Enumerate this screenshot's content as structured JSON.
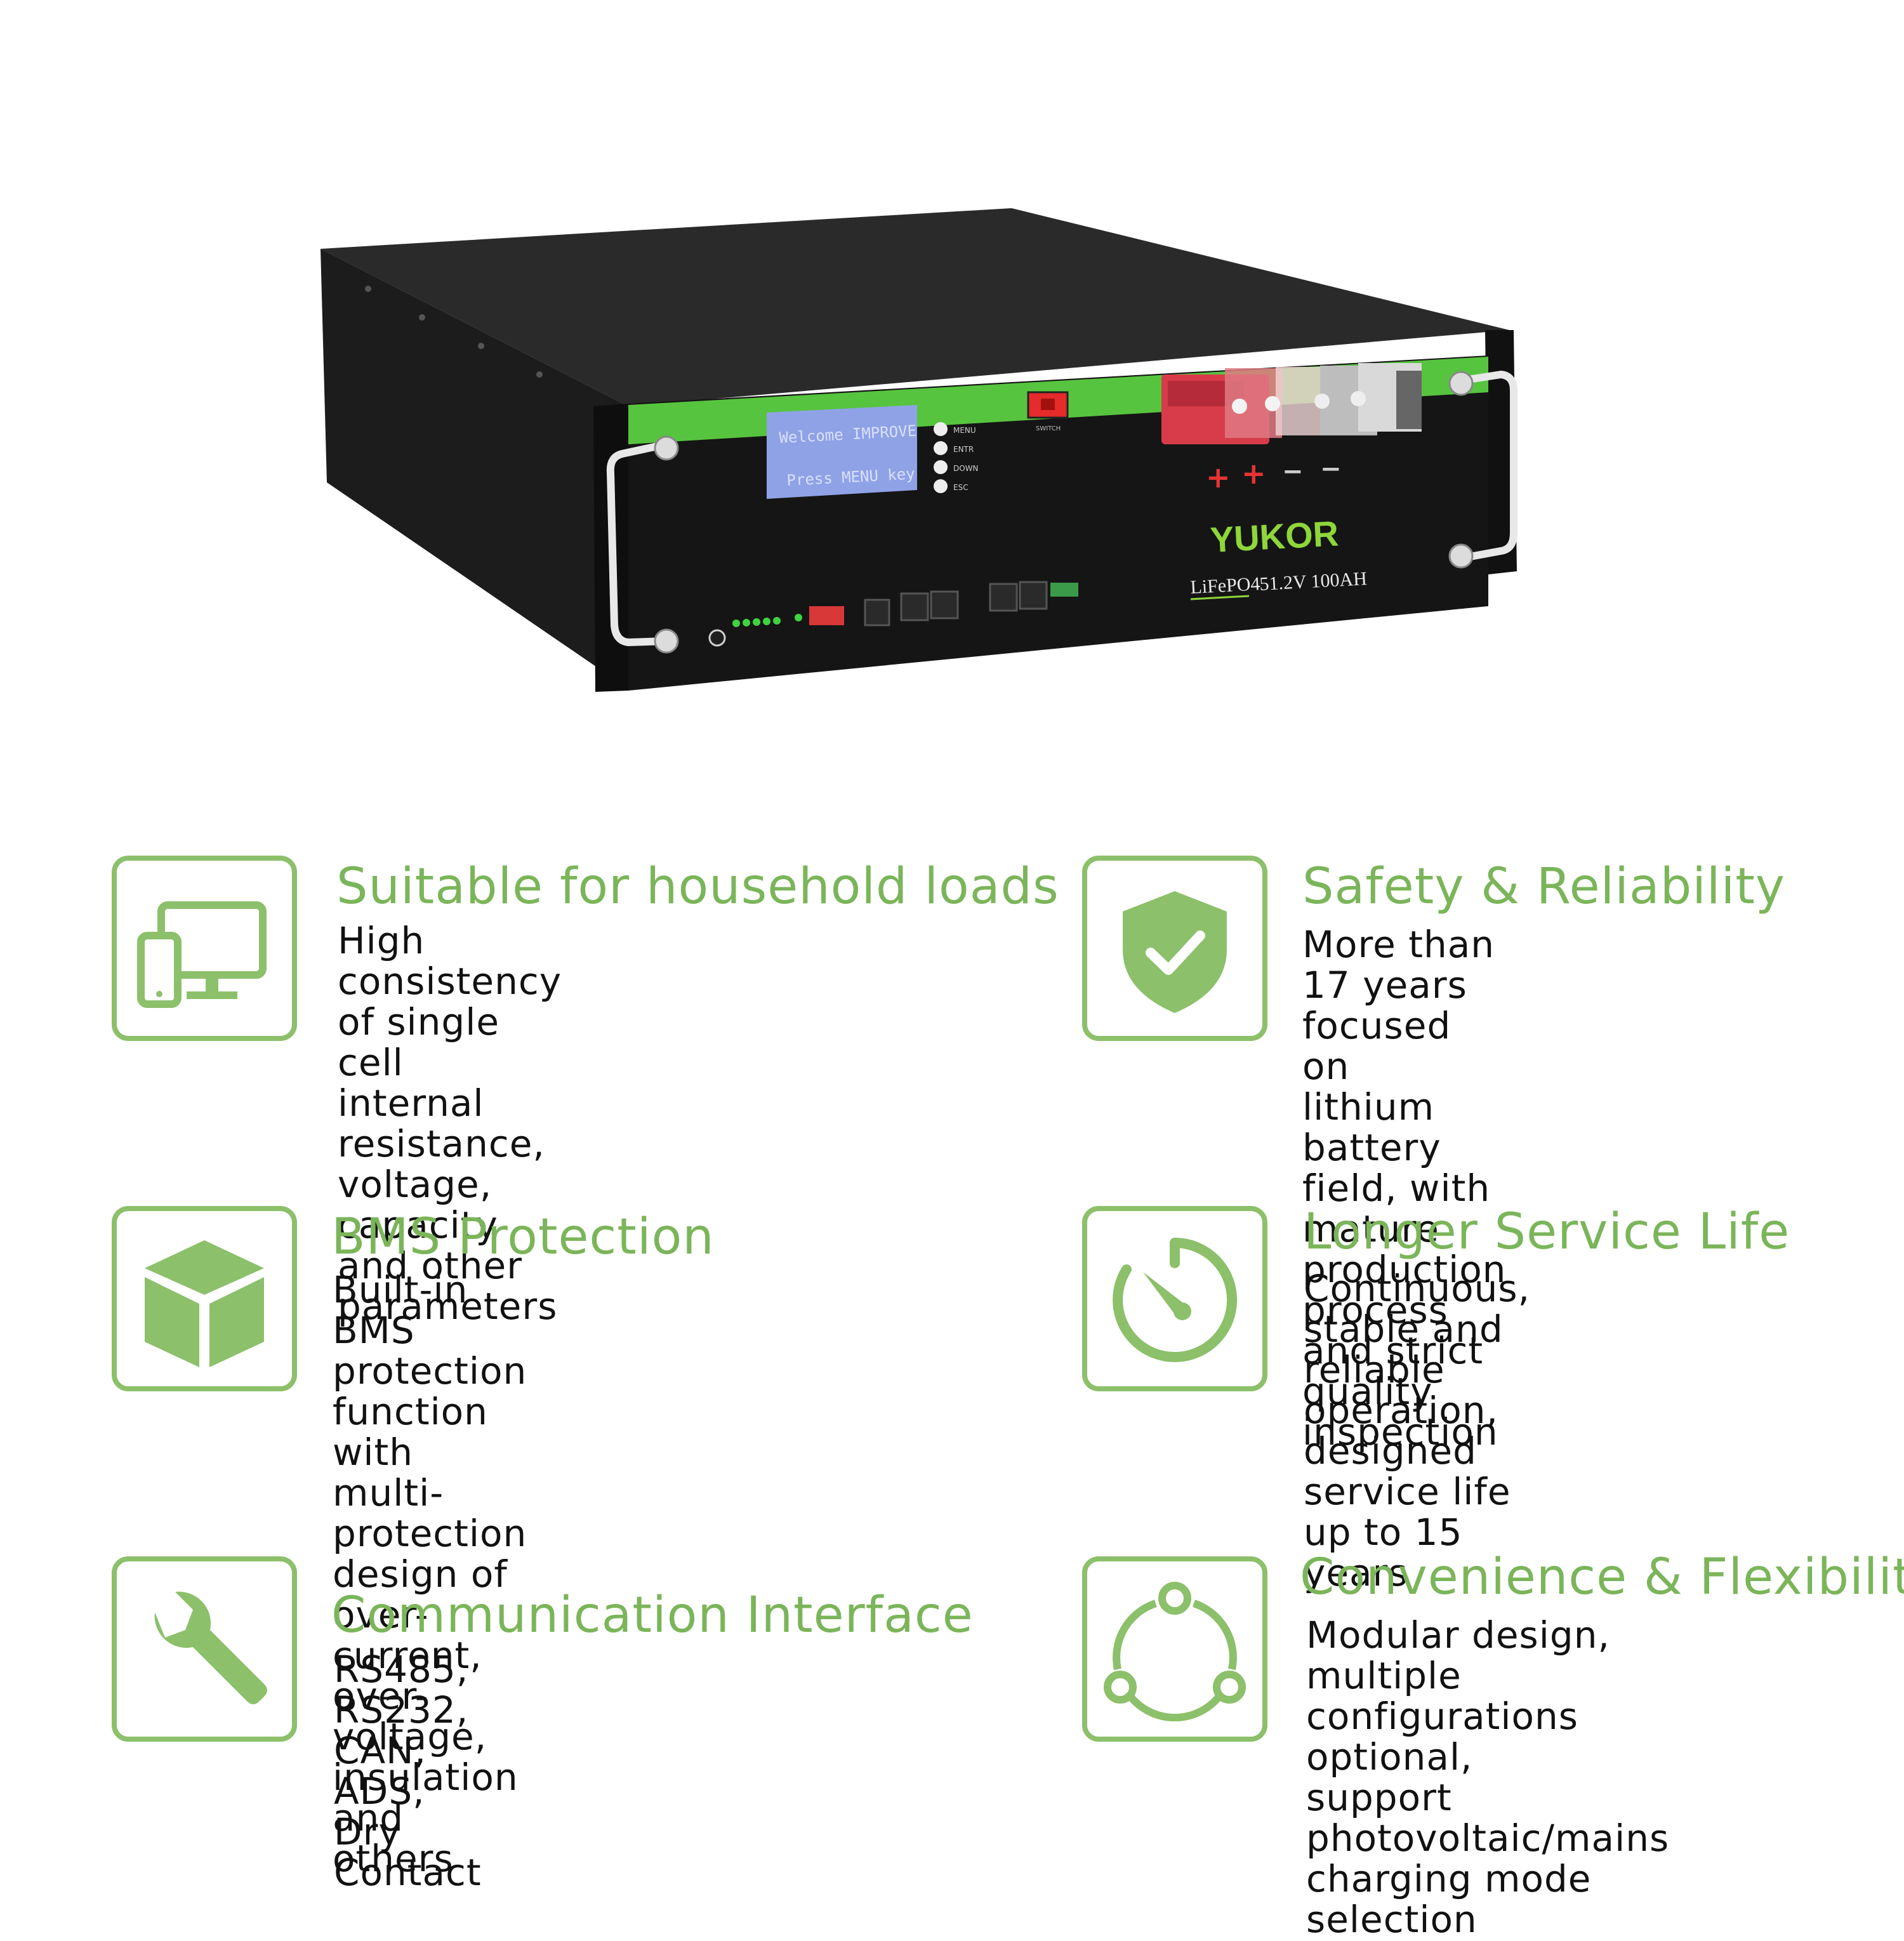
{
  "product": {
    "brand": "YUKOR",
    "chemistry": "LiFePO4",
    "spec": "51.2V 100AH",
    "lcd_line1": "Welcome IMPROVE",
    "lcd_line2": "Press MENU key",
    "buttons": [
      "MENU",
      "ENTR",
      "DOWN",
      "ESC"
    ],
    "switch_label": "SWITCH",
    "terminal_marks": [
      "+",
      "+",
      "−",
      "−"
    ]
  },
  "features": [
    {
      "icon": "devices-icon",
      "title": "Suitable for household loads",
      "desc": "High consistency of single cell\ninternal resistance, voltage,\ncapacity and other parameters"
    },
    {
      "icon": "shield-check-icon",
      "title": "Safety & Reliability",
      "desc": "More than 17 years focused on\nlithium battery field, with mature\nproduction process and strict\nquality inspection"
    },
    {
      "icon": "cube-icon",
      "title": "BMS Protection",
      "desc": "Built-in BMS protection function\nwith multi-protection design of\nover-current, over-voltage,\ninsulation and others"
    },
    {
      "icon": "timer-icon",
      "title": "Longer Service Life",
      "desc": "Continuous, stable and\nreliable operation, designed\nservice life up to 15 years"
    },
    {
      "icon": "wrench-icon",
      "title": "Communication Interface",
      "desc": "RS485, RS232, CAN, ADS, Dry Contact"
    },
    {
      "icon": "share-cycle-icon",
      "title": "Convenience & Flexibility",
      "desc": "Modular design, multiple\nconfigurations optional,\nsupport photovoltaic/mains\ncharging mode selection"
    }
  ],
  "colors": {
    "accent_green": "#7bb55a",
    "panel_green": "#57c43f",
    "battery_black": "#151515"
  }
}
